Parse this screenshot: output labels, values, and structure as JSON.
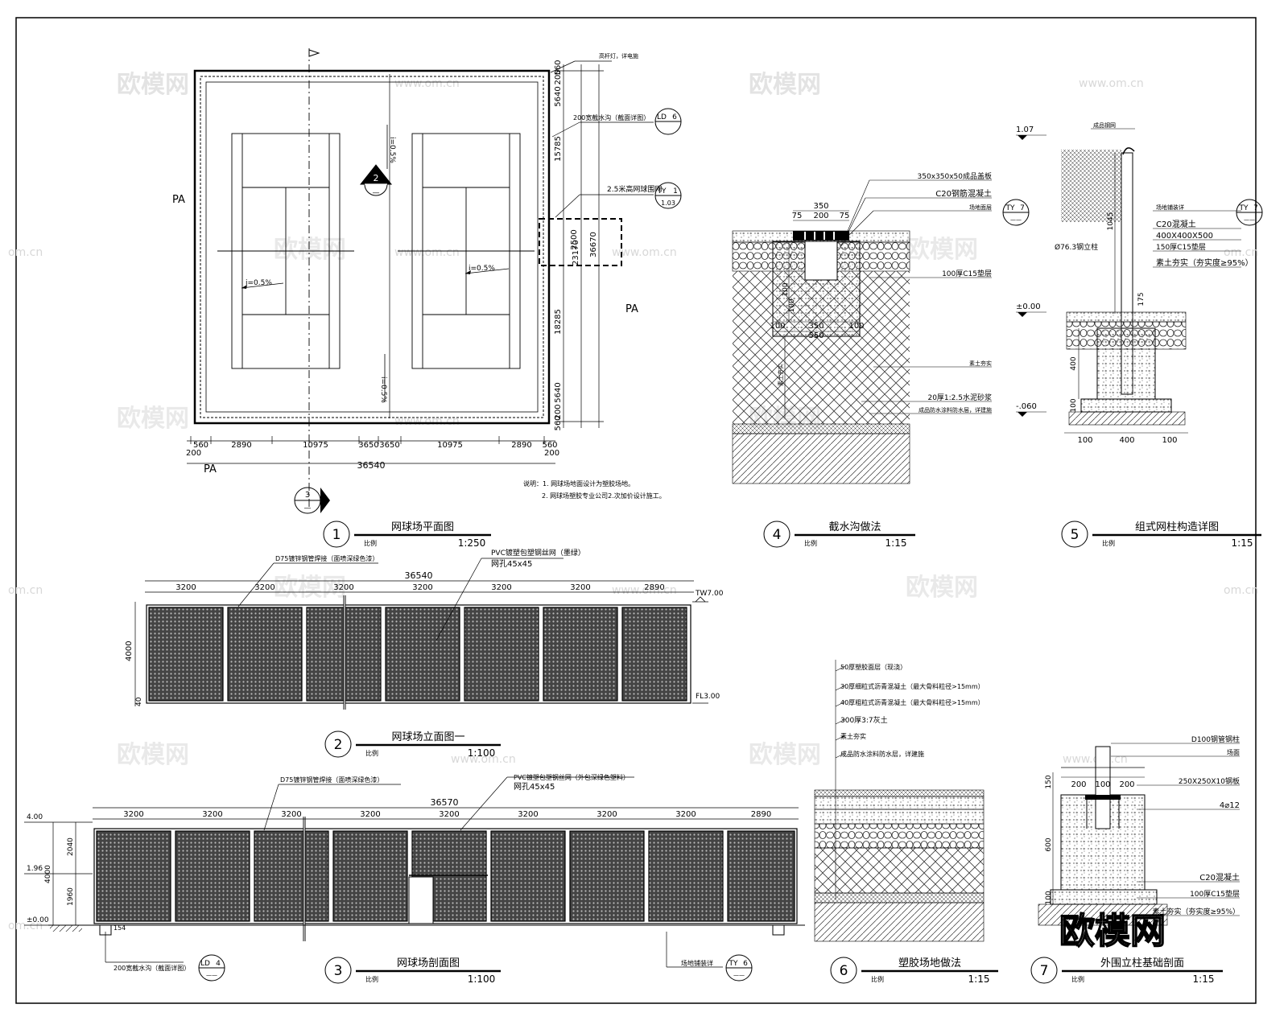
{
  "watermark": {
    "main": "欧模网",
    "url": "www.om.cn",
    "url_short": "om.cn"
  },
  "detail1": {
    "num": "1",
    "title": "网球场平面图",
    "scale_label": "比例",
    "scale": "1:250",
    "label_pa": "PA",
    "dims_bottom": [
      "560",
      "2890",
      "10975",
      "3650",
      "3650",
      "10975",
      "2890",
      "560"
    ],
    "dims_bottom_small": "200",
    "total_width": "36540",
    "dims_right": [
      "560",
      "200",
      "5640",
      "15785",
      "2500",
      "18285",
      "5640",
      "200",
      "560"
    ],
    "dim_right_mid": "23170",
    "dim_right_total": "36670",
    "slope": "i=0.5%",
    "notes": [
      "说明：1. 网球场地面设计为塑胶场地。",
      "2. 网球场塑胶专业公司2.次加价设计施工。"
    ],
    "tag_right_top": "高杆灯，详电施",
    "tag_drain": "200宽截水沟（截面详图）",
    "tag_fence": "2.5米高网球围网",
    "ref_ld": {
      "code": "LD",
      "sheet": "6"
    },
    "ref_ty": {
      "code": "TY",
      "sheet": "1",
      "page": "1.03"
    },
    "marker2": "2",
    "marker3": "3",
    "marker_dash": "—"
  },
  "detail2": {
    "num": "2",
    "title": "网球场立面图一",
    "scale_label": "比例",
    "scale": "1:100",
    "bay_dims": [
      "3200",
      "3200",
      "3200",
      "3200",
      "3200",
      "3200",
      "2890"
    ],
    "total": "36540",
    "height": "4000",
    "base": "40",
    "lvl_top": "TW7.00",
    "lvl_bot": "FL3.00",
    "tag_post": "D75镀锌钢管焊接（面喷深绿色漆）",
    "tag_net": "PVC镀塑包塑钢丝网（墨绿）",
    "tag_mesh": "网孔45x45"
  },
  "detail3": {
    "num": "3",
    "title": "网球场剖面图",
    "scale_label": "比例",
    "scale": "1:100",
    "bay_dims": [
      "3200",
      "3200",
      "3200",
      "3200",
      "3200",
      "3200",
      "3200",
      "3200",
      "2890"
    ],
    "total": "36570",
    "levels": [
      "4.00",
      "1.96",
      "±0.00"
    ],
    "heights": [
      "2040",
      "1960",
      "4000"
    ],
    "dim_small": "154",
    "tag_post": "D75镀锌钢管焊接（面喷深绿色漆）",
    "tag_net": "PVC镀塑包塑钢丝网（外包深绿色塑料）",
    "tag_mesh": "网孔45x45",
    "tag_drain": "200宽截水沟（截面详图）",
    "tag_ground": "场地铺装详",
    "ref_ld": {
      "code": "LD",
      "sheet": "4",
      "page": "——"
    },
    "ref_ty": {
      "code": "TY",
      "sheet": "6",
      "page": "——"
    }
  },
  "detail4": {
    "num": "4",
    "title": "截水沟做法",
    "scale_label": "比例",
    "scale": "1:15",
    "labels": [
      "350x350x50成品盖板",
      "C20钢筋混凝土",
      "场地面层",
      "100厚C15垫层",
      "素土夯实",
      "20厚1:2.5水泥砂浆",
      "成品防水涂料防水层，详建施"
    ],
    "dims": [
      "350",
      "75",
      "200",
      "75",
      "100",
      "350",
      "100",
      "550",
      "100",
      "100"
    ],
    "side_label": "素土夯实",
    "ref_ty": {
      "code": "TY",
      "sheet": "7",
      "page": "——"
    }
  },
  "detail5": {
    "num": "5",
    "title": "组式网柱构造详图",
    "scale_label": "比例",
    "scale": "1:15",
    "labels": [
      "成品钢网",
      "场地铺装详",
      "C20混凝土",
      "400X400X500",
      "150厚C15垫层",
      "素土夯实（夯实度≥95%）"
    ],
    "pipe": "Ø76.3钢立柱",
    "levels": [
      "1.07",
      "±0.00",
      "-.060"
    ],
    "dims": [
      "1045",
      "175",
      "400",
      "100",
      "100",
      "400",
      "100"
    ],
    "ref_ty": {
      "code": "TY",
      "sheet": "7",
      "page": "——"
    }
  },
  "detail6": {
    "num": "6",
    "title": "塑胶场地做法",
    "scale_label": "比例",
    "scale": "1:15",
    "labels": [
      "50厚塑胶面层（现浇）",
      "30厚细粒式沥青混凝土（最大骨料粒径>15mm）",
      "40厚粗粒式沥青混凝土（最大骨料粒径>15mm）",
      "300厚3:7灰土",
      "素土夯实",
      "成品防水涂料防水层，详建施"
    ]
  },
  "detail7": {
    "num": "7",
    "title": "外围立柱基础剖面",
    "scale_label": "比例",
    "scale": "1:15",
    "labels": [
      "D100钢管钢柱",
      "场面",
      "250X250X10钢板",
      "4⌀12",
      "C20混凝土",
      "100厚C15垫层",
      "素土夯实（夯实度≥95%）"
    ],
    "dims": [
      "200",
      "100",
      "200",
      "150",
      "600",
      "100"
    ]
  },
  "brand_logo": "欧模网"
}
